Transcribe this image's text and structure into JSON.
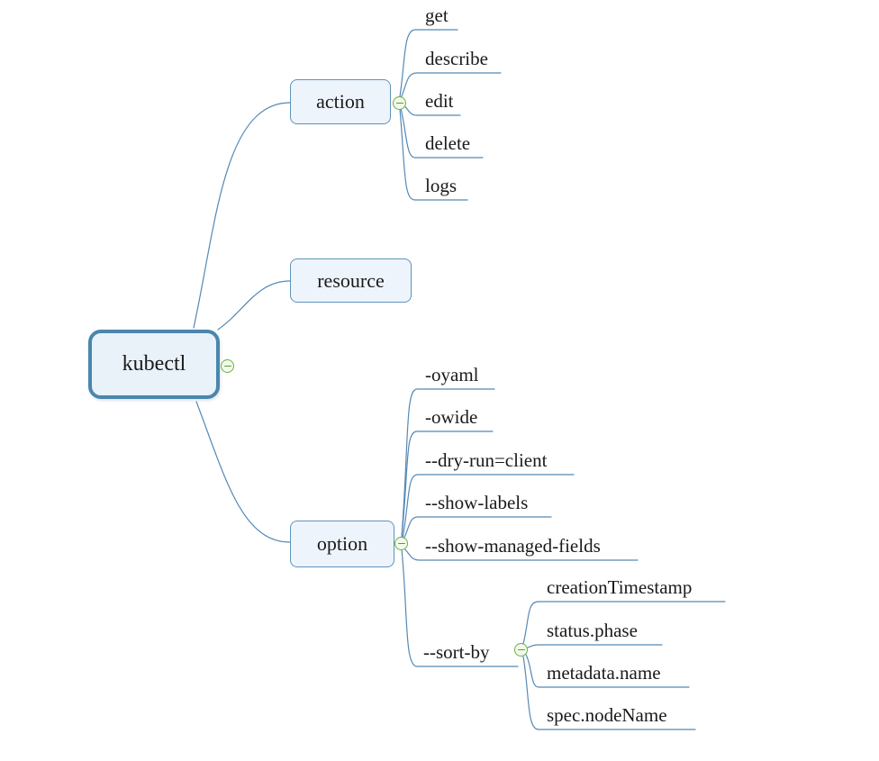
{
  "canvas": {
    "background": "#ffffff"
  },
  "root": {
    "label": "kubectl"
  },
  "branches": [
    {
      "label": "action",
      "children": [
        "get",
        "describe",
        "edit",
        "delete",
        "logs"
      ]
    },
    {
      "label": "resource",
      "children": []
    },
    {
      "label": "option",
      "children": [
        "-oyaml",
        "-owide",
        "--dry-run=client",
        "--show-labels",
        "--show-managed-fields"
      ],
      "subbranch": {
        "label": "--sort-by",
        "children": [
          "creationTimestamp",
          "status.phase",
          "metadata.name",
          "spec.nodeName"
        ]
      }
    }
  ],
  "colors": {
    "root_border": "#4a86ad",
    "node_border": "#5e93bd",
    "node_fill": "#eef4fb",
    "root_fill": "#e9f1f9",
    "connector_line": "#5589b5",
    "collapse_green": "#69b13d",
    "text": "#1a1a1a"
  },
  "icons": {
    "collapse": "minus-circle"
  }
}
